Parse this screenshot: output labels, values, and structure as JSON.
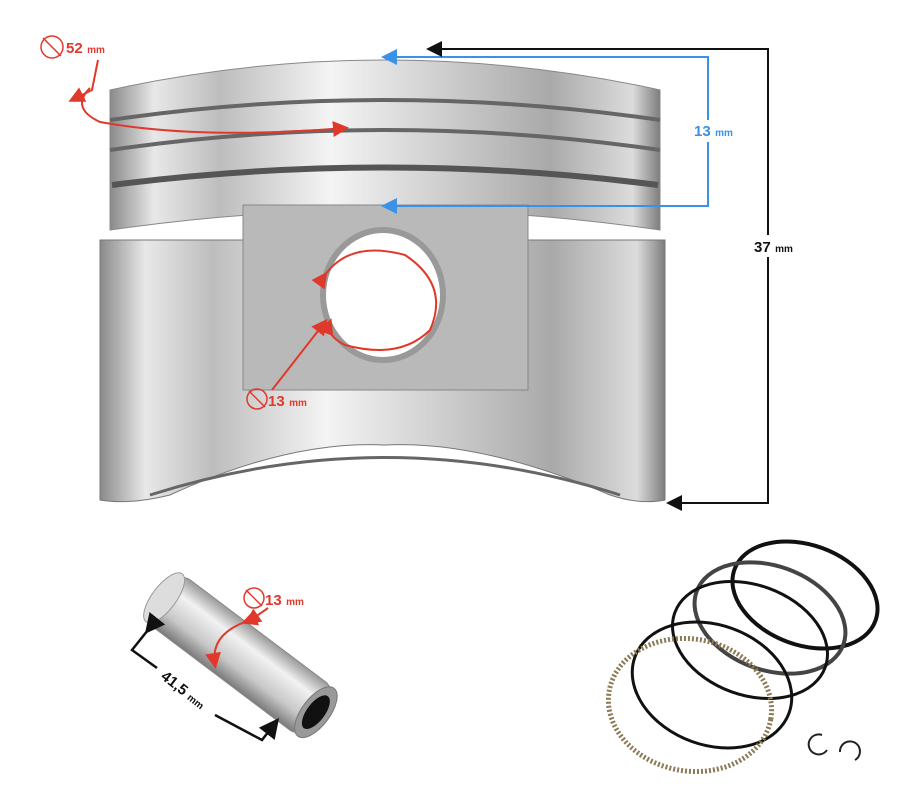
{
  "colors": {
    "red": "#e0392b",
    "blue": "#3a91e6",
    "black": "#111111"
  },
  "piston": {
    "diameter": {
      "value": "52",
      "unit": "mm",
      "icon": "diameter-icon"
    },
    "ring_zone_height": {
      "value": "13",
      "unit": "mm"
    },
    "total_height": {
      "value": "37",
      "unit": "mm"
    },
    "pin_bore": {
      "value": "13",
      "unit": "mm",
      "icon": "diameter-icon"
    }
  },
  "pin": {
    "diameter": {
      "value": "13",
      "unit": "mm",
      "icon": "diameter-icon"
    },
    "length": {
      "value": "41,5",
      "unit": "mm"
    }
  }
}
